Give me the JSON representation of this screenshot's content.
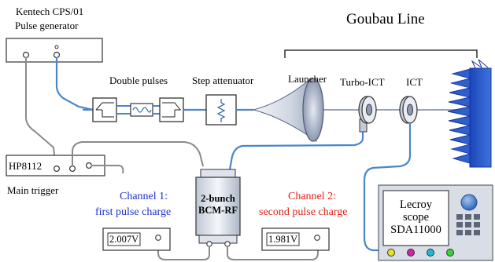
{
  "labels": {
    "pulse_generator": [
      "Kentech CPS/01",
      "Pulse generator"
    ],
    "goubau_line": "Goubau Line",
    "double_pulses": "Double pulses",
    "step_attenuator": "Step attenuator",
    "launcher": "Launcher",
    "turbo_ict": "Turbo-ICT",
    "ict": "ICT",
    "hp8112": "HP8112",
    "main_trigger": "Main trigger",
    "channel1": [
      "Channel 1:",
      "first pulse charge"
    ],
    "channel2": [
      "Channel 2:",
      "second pulse charge"
    ],
    "bcm": [
      "2-bunch",
      "BCM-RF"
    ],
    "scope": [
      "Lecroy",
      "scope",
      "SDA11000"
    ]
  },
  "readouts": {
    "channel1_value": "2.007V",
    "channel2_value": "1.981V"
  },
  "colors": {
    "cable_blue": "#4a86c8",
    "cable_gray": "#8a8a8a",
    "channel1_text": "#1f2fd0",
    "channel2_text": "#e0231b",
    "absorber": "#2f5fcf",
    "scope_yellow": "#e8e02a",
    "scope_magenta": "#d020b0",
    "scope_cyan": "#20b6d8",
    "scope_green": "#3ad03a"
  }
}
